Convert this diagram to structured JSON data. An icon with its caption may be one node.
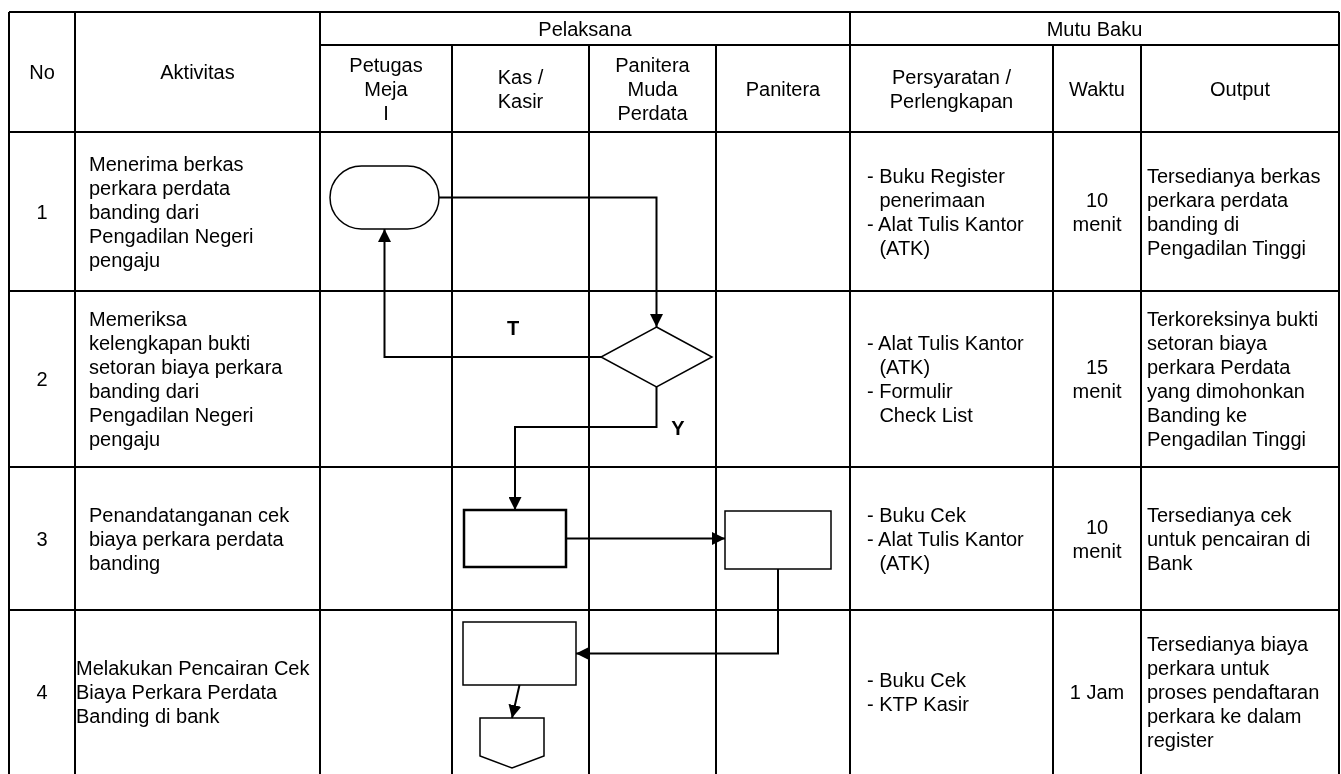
{
  "diagram": {
    "nodes": [
      {
        "text": [],
        "shape": "terminator"
      },
      {
        "text": [],
        "shape": "diamond"
      },
      {
        "text": [],
        "shape": "box"
      },
      {
        "text": [],
        "shape": "box"
      },
      {
        "text": [],
        "shape": "box"
      },
      {
        "text": [],
        "shape": "offpage"
      }
    ],
    "edges": [
      {
        "from": 0,
        "to": 1,
        "arrow": "to"
      },
      {
        "from": 1,
        "to": 0,
        "arrow": "to",
        "label": "T"
      },
      {
        "from": 1,
        "to": 2,
        "arrow": "to",
        "label": "Y"
      },
      {
        "from": 2,
        "to": 3,
        "arrow": "to"
      },
      {
        "from": 3,
        "to": 4,
        "arrow": "to"
      },
      {
        "from": 4,
        "to": 5,
        "arrow": "to"
      }
    ],
    "labels": [
      "No",
      "Aktivitas",
      "Pelaksana",
      "Mutu Baku",
      "Petugas Meja I",
      "Kas / Kasir",
      "Panitera Muda Perdata",
      "Panitera",
      "Persyaratan / Perlengkapan",
      "Waktu",
      "Output",
      "1",
      "Menerima berkas perkara perdata banding dari Pengadilan Negeri pengaju",
      "- Buku Register penerimaan",
      "- Alat Tulis Kantor (ATK)",
      "10 menit",
      "Tersedianya berkas perkara perdata banding di Pengadilan Tinggi",
      "2",
      "Memeriksa kelengkapan bukti setoran biaya perkara banding dari Pengadilan Negeri pengaju",
      "- Alat Tulis Kantor (ATK)",
      "- Formulir Check List",
      "15 menit",
      "Terkoreksinya bukti setoran biaya perkara Perdata yang dimohonkan Banding ke Pengadilan Tinggi",
      "3",
      "Penandatanganan cek biaya perkara perdata banding",
      "- Buku Cek",
      "- Alat Tulis Kantor (ATK)",
      "10 menit",
      "Tersedianya cek untuk pencairan di Bank",
      "4",
      "Melakukan Pencairan Cek Biaya Perkara Perdata Banding di bank",
      "- Buku Cek",
      "- KTP Kasir",
      "1 Jam",
      "Tersedianya biaya perkara untuk proses pendaftaran perkara ke dalam register"
    ]
  }
}
